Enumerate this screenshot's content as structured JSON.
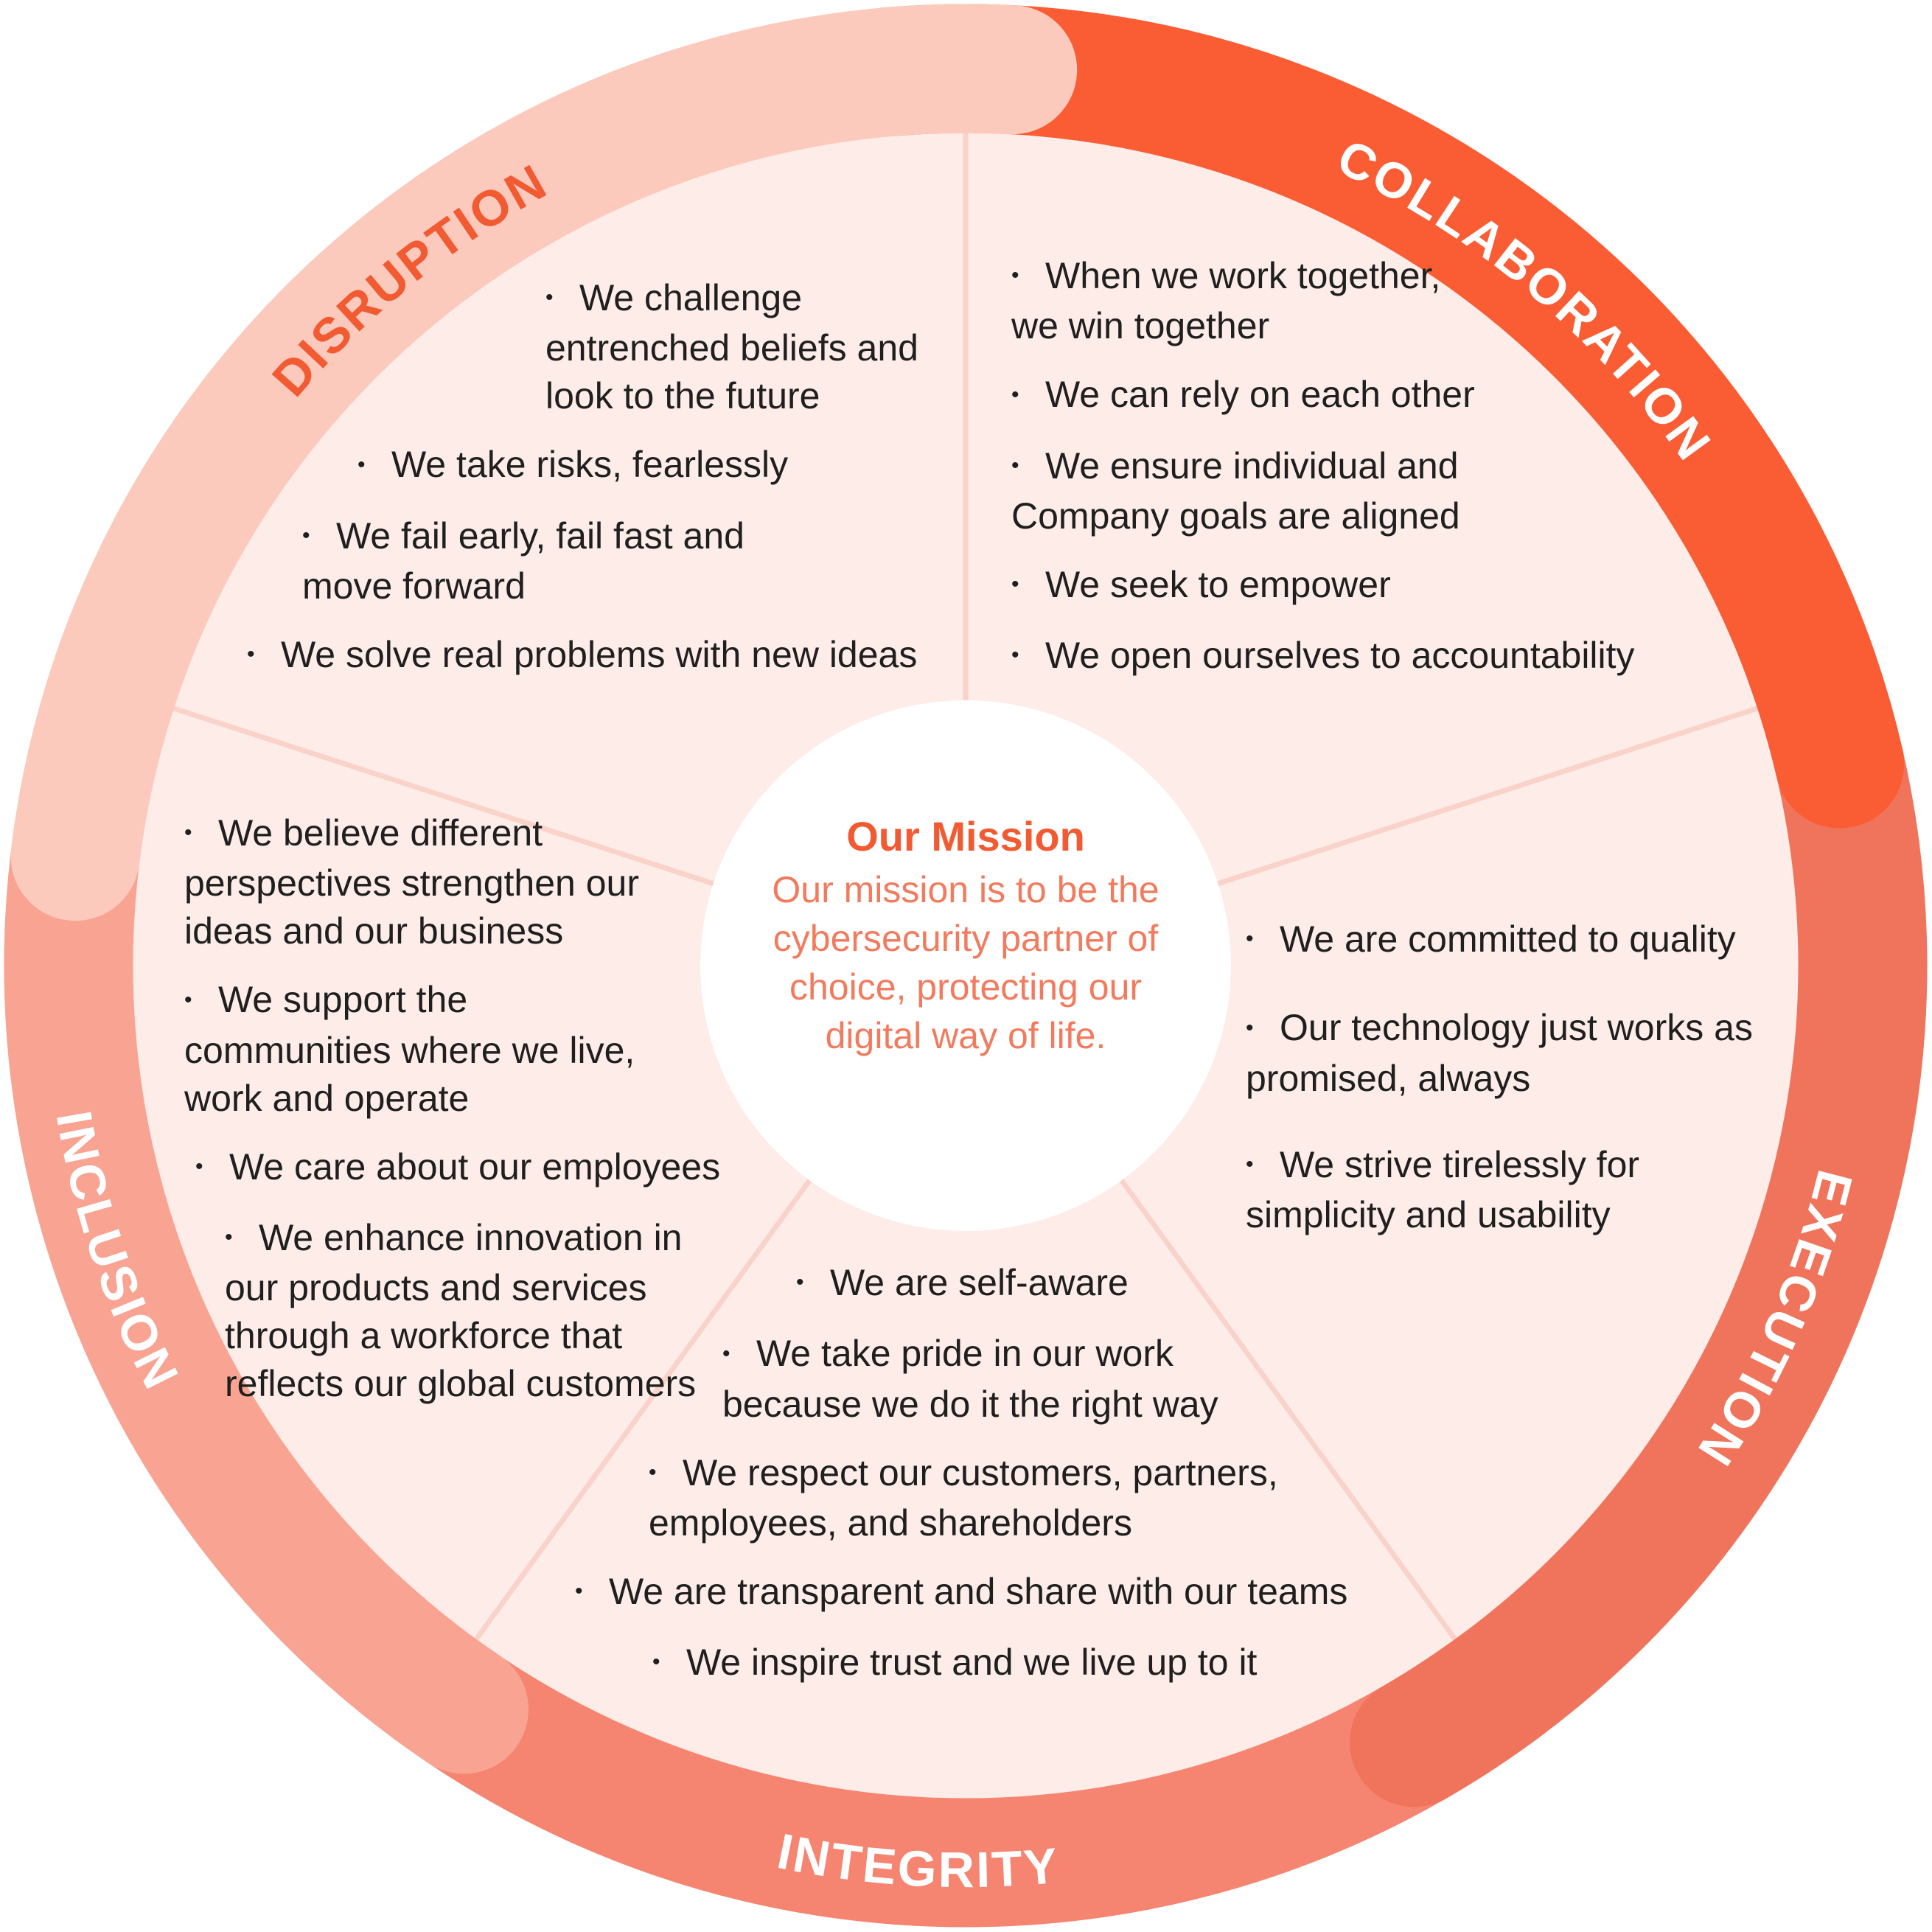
{
  "colors": {
    "sector_fill": "#fdece8",
    "divider": "#f9d3c9",
    "center_fill": "#ffffff",
    "accent": "#f25a32",
    "accent_soft": "#f27b5e",
    "body_text": "#1f1f1f",
    "white_label": "#ffffff"
  },
  "mission": {
    "title": "Our Mission",
    "text": "Our mission is to be the cybersecurity partner of choice, protecting our digital way of life."
  },
  "values": [
    {
      "id": "disruption",
      "label": "DISRUPTION",
      "ring_color": "#fccabd",
      "label_color": "#f25a32",
      "bullets": [
        "We challenge entrenched beliefs and look to the future",
        "We take risks, fearlessly",
        "We fail early, fail fast and move forward",
        "We solve real problems with new ideas"
      ]
    },
    {
      "id": "collaboration",
      "label": "COLLABORATION",
      "ring_color": "#fa5c34",
      "label_color": "#ffffff",
      "bullets": [
        "When we work together, we win together",
        "We can rely on each other",
        "We ensure individual and Company goals are aligned",
        "We seek to empower",
        "We open ourselves to accountability"
      ]
    },
    {
      "id": "execution",
      "label": "EXECUTION",
      "ring_color": "#f0745b",
      "label_color": "#ffffff",
      "bullets": [
        "We are committed to quality",
        "Our technology just works as promised, always",
        "We strive tirelessly for simplicity and usability"
      ]
    },
    {
      "id": "integrity",
      "label": "INTEGRITY",
      "ring_color": "#f58570",
      "label_color": "#ffffff",
      "bullets": [
        "We are self-aware",
        "We take pride in our work because we do it the right way",
        "We respect our customers, partners, employees, and shareholders",
        "We are transparent and share with our teams",
        "We inspire trust and we live up to it"
      ]
    },
    {
      "id": "inclusion",
      "label": "INCLUSION",
      "ring_color": "#f9a392",
      "label_color": "#ffffff",
      "bullets": [
        "We believe different perspectives strengthen our ideas and our business",
        "We support the communities where we live, work and operate",
        "We care about our employees",
        "We enhance innovation in our products and services through a workforce that reflects our global customers"
      ]
    }
  ]
}
